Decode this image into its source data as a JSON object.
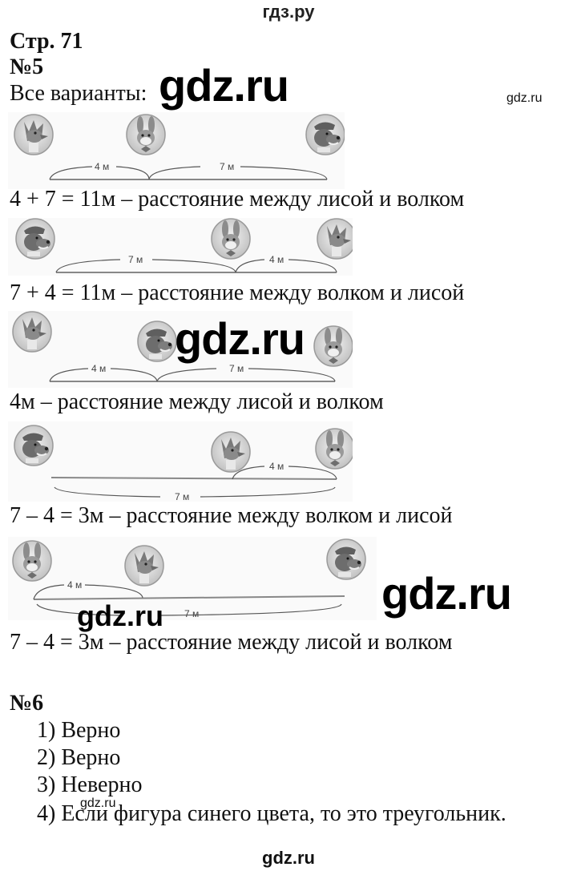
{
  "header": {
    "site_name": "гдз.ру"
  },
  "page": {
    "title": "Стр. 71"
  },
  "task5": {
    "number": "№5",
    "intro": "Все варианты:",
    "variants": [
      {
        "figure": {
          "left": "fox",
          "middle": "hare",
          "right": "wolf",
          "label_a": "4 м",
          "label_b": "7 м"
        },
        "answer": "4 + 7 = 11м – расстояние между лисой и волком"
      },
      {
        "figure": {
          "left": "wolf",
          "middle": "hare",
          "right": "fox",
          "label_a": "7 м",
          "label_b": "4 м"
        },
        "answer": "7 + 4 = 11м – расстояние между волком и лисой"
      },
      {
        "figure": {
          "left": "fox",
          "middle": "wolf",
          "right": "hare",
          "label_a": "4 м",
          "label_b": "7 м"
        },
        "answer": "4м – расстояние между лисой и волком"
      },
      {
        "figure": {
          "left": "wolf",
          "middle": "fox",
          "right": "hare",
          "label_a": "4 м",
          "label_b": "7 м"
        },
        "answer": "7 – 4 = 3м – расстояние между волком и лисой"
      },
      {
        "figure": {
          "left": "hare",
          "middle": "fox",
          "right": "wolf",
          "label_a": "4 м",
          "label_b": "7 м"
        },
        "answer": "7 – 4 = 3м – расстояние между лисой и волком"
      }
    ]
  },
  "task6": {
    "number": "№6",
    "items": [
      "1) Верно",
      "2) Верно",
      "3) Неверно",
      "4) Если фигура синего цвета, то это треугольник."
    ]
  },
  "watermarks": {
    "big": "gdz.ru",
    "small": "gdz.ru",
    "footer": "gdz.ru"
  }
}
